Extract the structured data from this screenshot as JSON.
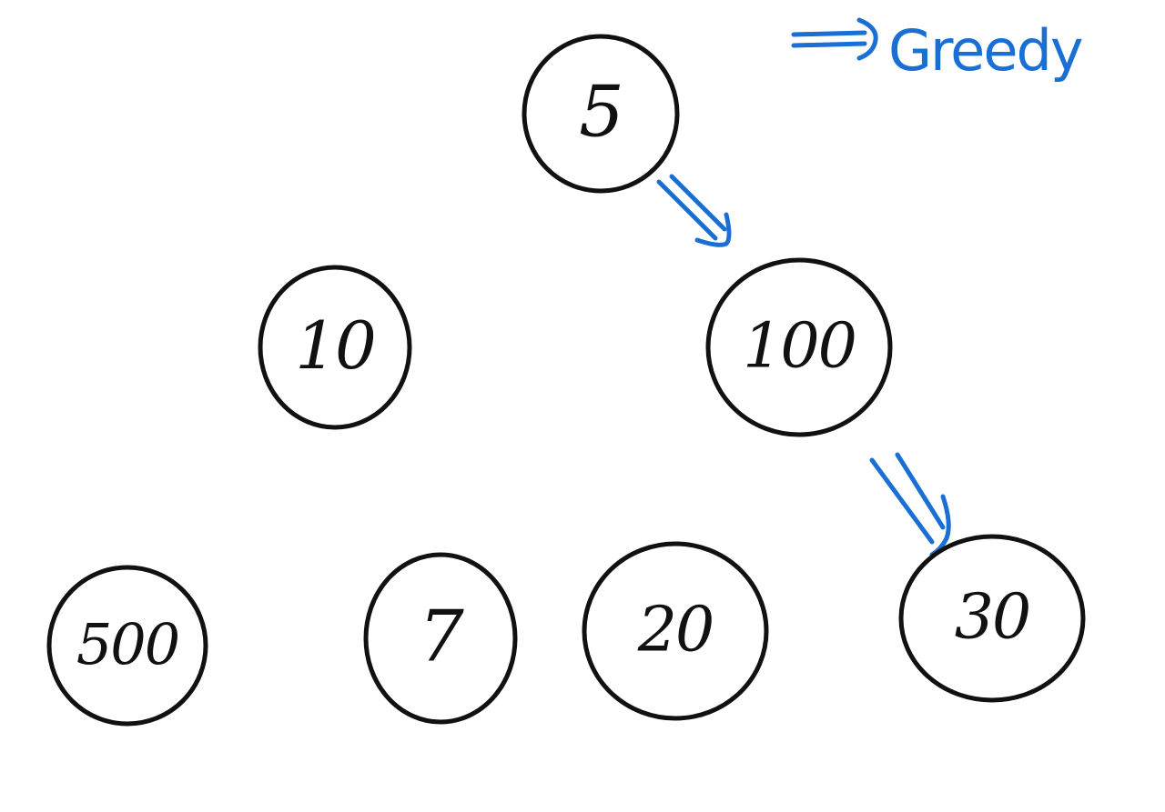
{
  "colors": {
    "ink": "#111111",
    "accent": "#1a6fd4",
    "background": "#ffffff"
  },
  "legend": {
    "label": "Greedy",
    "icon": "double-arrow-right-icon"
  },
  "tree": {
    "nodes": [
      {
        "id": "n5",
        "label": "5"
      },
      {
        "id": "n10",
        "label": "10"
      },
      {
        "id": "n100",
        "label": "100"
      },
      {
        "id": "n500",
        "label": "500"
      },
      {
        "id": "n7",
        "label": "7"
      },
      {
        "id": "n20",
        "label": "20"
      },
      {
        "id": "n30",
        "label": "30"
      }
    ],
    "greedy_path": [
      "n5",
      "n100",
      "n30"
    ]
  }
}
